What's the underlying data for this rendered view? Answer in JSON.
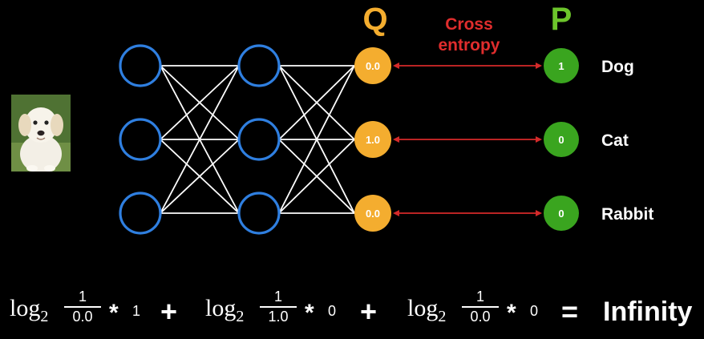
{
  "headers": {
    "q": "Q",
    "p": "P",
    "cross_entropy_line1": "Cross",
    "cross_entropy_line2": "entropy"
  },
  "q_values": [
    "0.0",
    "1.0",
    "0.0"
  ],
  "p_values": [
    "1",
    "0",
    "0"
  ],
  "class_labels": [
    "Dog",
    "Cat",
    "Rabbit"
  ],
  "formula": {
    "log_base": "log",
    "base_sub": "2",
    "terms": [
      {
        "numerator": "1",
        "denominator": "0.0",
        "multiplier": "1"
      },
      {
        "numerator": "1",
        "denominator": "1.0",
        "multiplier": "0"
      },
      {
        "numerator": "1",
        "denominator": "0.0",
        "multiplier": "0"
      }
    ],
    "plus": "+",
    "star": "*",
    "equals": "=",
    "result": "Infinity"
  },
  "colors": {
    "hidden_node": "#2f7fe0",
    "q_node": "#f4ad2f",
    "p_node": "#3aa51f",
    "arrow": "#d42a2a",
    "edge": "#ffffff"
  }
}
